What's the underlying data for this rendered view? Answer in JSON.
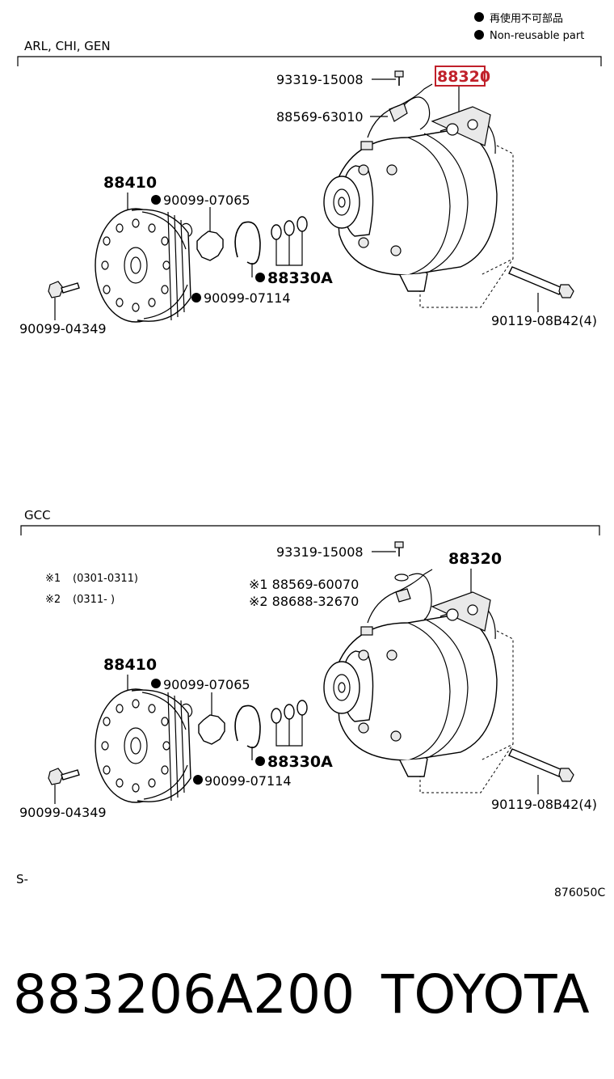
{
  "legend": {
    "items": [
      {
        "text": "再使用不可部品"
      },
      {
        "text": "Non-reusable part"
      }
    ]
  },
  "sections": [
    {
      "title": "ARL, CHI, GEN",
      "labels": {
        "screw": "93319-15008",
        "harness": "88569-63010",
        "compressor": "88320",
        "pulley": "88410",
        "ring1": "90099-07065",
        "ring2": "90099-07114",
        "shims": "88330A",
        "bolt_small": "90099-04349",
        "bolt_long": "90119-08B42(4)"
      }
    },
    {
      "title": "GCC",
      "notes": [
        {
          "mark": "※1",
          "range": "(0301-0311)"
        },
        {
          "mark": "※2",
          "range": "(0311-      )"
        }
      ],
      "labels": {
        "screw": "93319-15008",
        "harness1": "※1 88569-60070",
        "harness2": "※2 88688-32670",
        "compressor": "88320",
        "pulley": "88410",
        "ring1": "90099-07065",
        "ring2": "90099-07114",
        "shims": "88330A",
        "bolt_small": "90099-04349",
        "bolt_long": "90119-08B42(4)"
      }
    }
  ],
  "footer": {
    "prefix": "S-",
    "code": "876050C"
  },
  "part_number": "883206A200",
  "brand": "TOYOTA",
  "colors": {
    "highlight": "#c0202a",
    "ink": "#000000"
  }
}
